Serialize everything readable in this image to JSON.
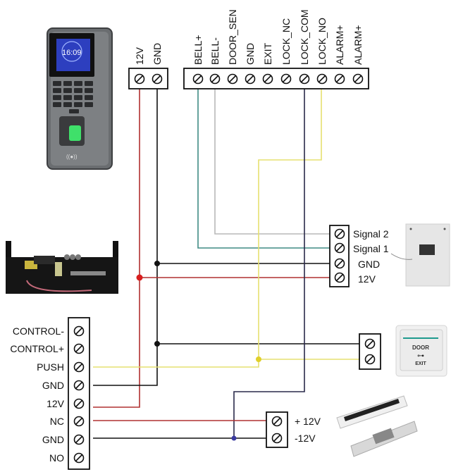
{
  "title": "Fingerprint Access Control Wiring Diagram",
  "devices": {
    "access_controller": {
      "name": "Fingerprint access control terminal",
      "screen_time": "16:09"
    },
    "power_supply": {
      "name": "Access control power supply"
    },
    "doorbell": {
      "name": "Doorbell"
    },
    "exit_button": {
      "name": "Door exit button",
      "text_top": "DOOR",
      "text_bottom": "EXIT"
    },
    "lock": {
      "name": "Magnetic lock / electric strike"
    }
  },
  "controller_power_terminal": {
    "labels": [
      "12V",
      "GND"
    ]
  },
  "controller_io_terminal": {
    "labels": [
      "BELL+",
      "BELL-",
      "DOOR_SEN",
      "GND",
      "EXIT",
      "LOCK_NC",
      "LOCK_COM",
      "LOCK_NO",
      "ALARM+",
      "ALARM+"
    ]
  },
  "power_supply_terminal": {
    "labels": [
      "CONTROL-",
      "CONTROL+",
      "PUSH",
      "GND",
      "12V",
      "NC",
      "GND",
      "NO"
    ]
  },
  "doorbell_terminal": {
    "labels": [
      "Signal 2",
      "Signal 1",
      "GND",
      "12V"
    ]
  },
  "lock_terminal": {
    "labels": [
      "+ 12V",
      "-12V"
    ]
  },
  "wire_colors": {
    "power": "#b03030",
    "ground": "#111111",
    "signal_yellow": "#e6e070",
    "bell_teal": "#3f8a84",
    "bell_gray": "#b8b8b8",
    "lock_com": "#2a2a4a",
    "junction_red": "#d81e1e",
    "junction_yellow": "#e0cf2a",
    "junction_blue": "#3a3aa0"
  }
}
